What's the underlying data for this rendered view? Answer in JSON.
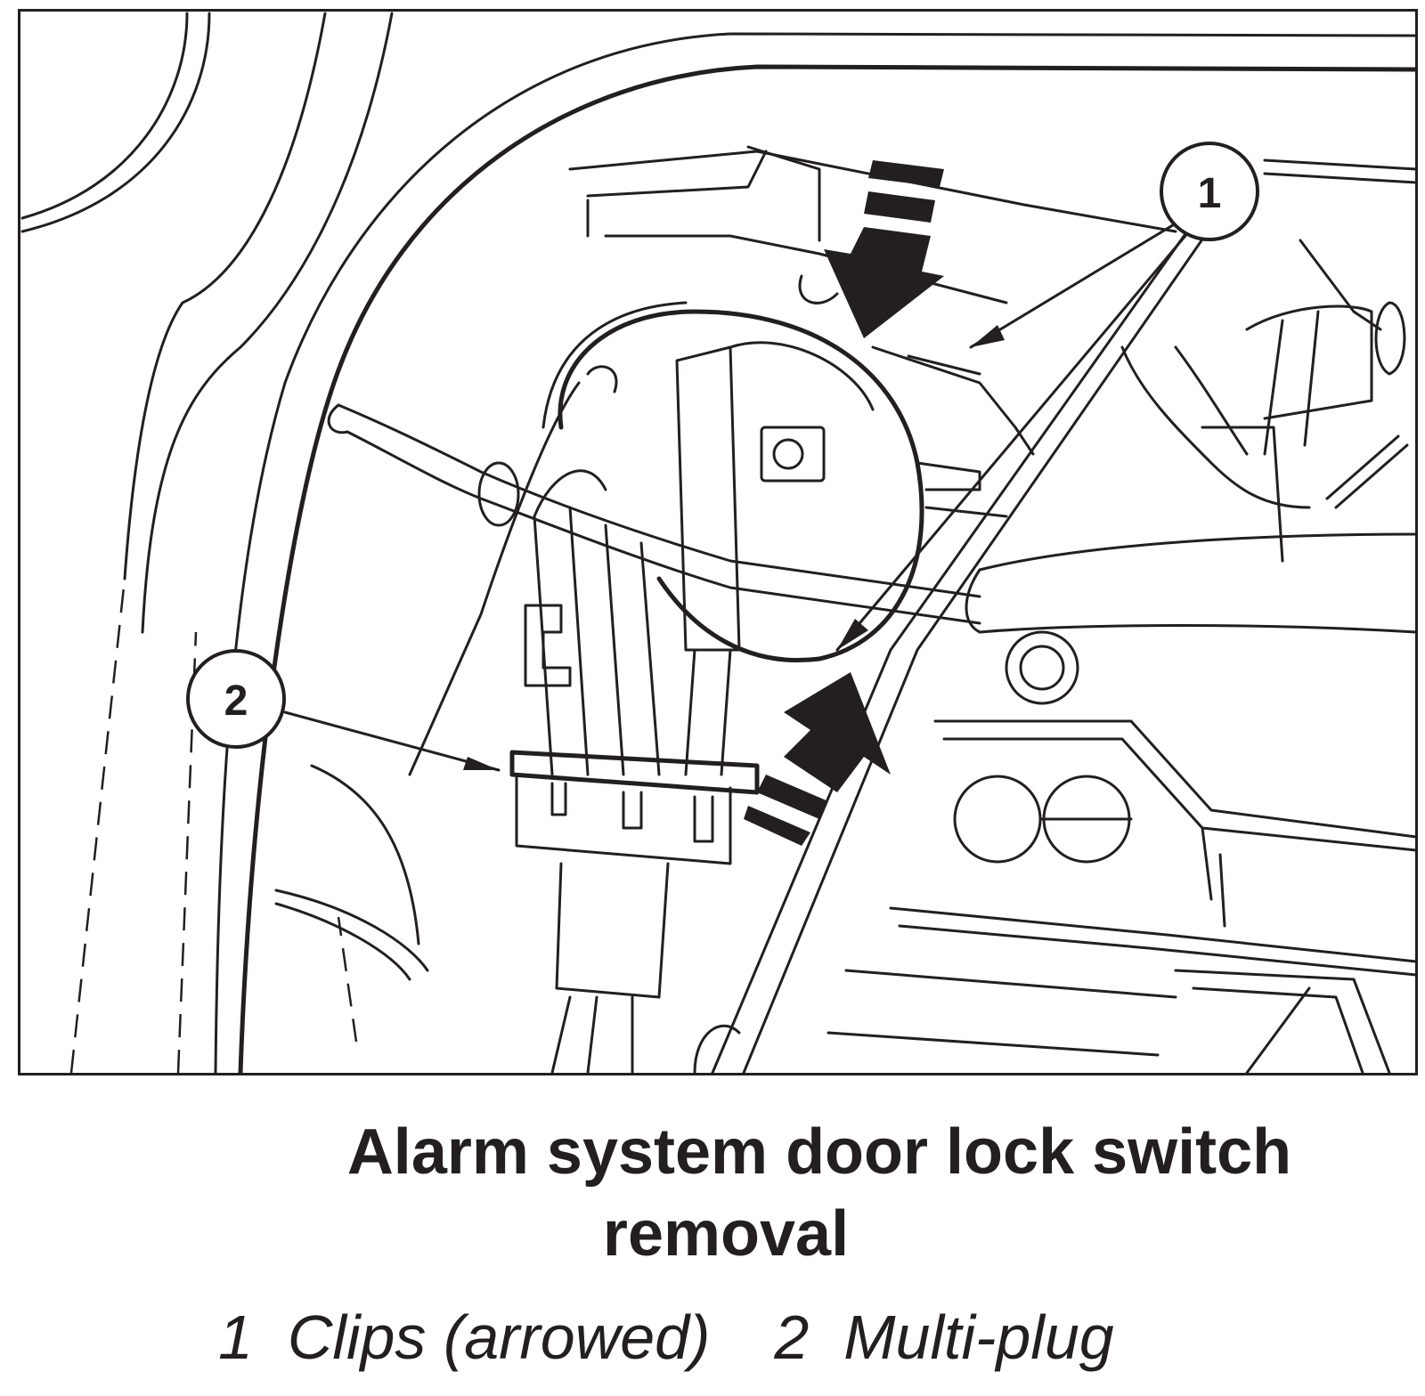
{
  "figure": {
    "callouts": [
      {
        "number": "1"
      },
      {
        "number": "2"
      }
    ]
  },
  "caption": {
    "line1": "Alarm system door lock switch",
    "line2": "removal"
  },
  "legend": [
    {
      "number": "1",
      "text": "Clips (arrowed)"
    },
    {
      "number": "2",
      "text": "Multi-plug"
    }
  ],
  "colors": {
    "ink": "#231f20",
    "background": "#ffffff"
  }
}
